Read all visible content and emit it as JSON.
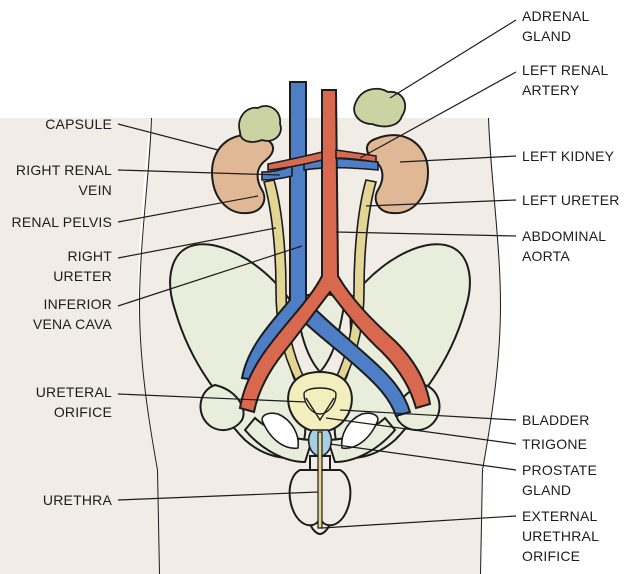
{
  "colors": {
    "skin": "#f2ece6",
    "bone": "#e9eddc",
    "kidney": "#e0b896",
    "adrenal": "#cbd3a3",
    "artery": "#d8694f",
    "vein": "#4e7fc6",
    "ureter": "#e3d594",
    "bladder": "#f3eebd",
    "prostate": "#a6cfe6",
    "outline": "#1c1c1c"
  },
  "labels": {
    "adrenal_gland": [
      "ADRENAL",
      "GLAND"
    ],
    "left_renal_artery": [
      "LEFT RENAL",
      "ARTERY"
    ],
    "capsule": [
      "CAPSULE"
    ],
    "right_renal_vein": [
      "RIGHT RENAL",
      "VEIN"
    ],
    "left_kidney": [
      "LEFT KIDNEY"
    ],
    "left_ureter": [
      "LEFT URETER"
    ],
    "renal_pelvis": [
      "RENAL PELVIS"
    ],
    "abdominal_aorta": [
      "ABDOMINAL",
      "AORTA"
    ],
    "right_ureter": [
      "RIGHT",
      "URETER"
    ],
    "inferior_vena_cava": [
      "INFERIOR",
      "VENA CAVA"
    ],
    "ureteral_orifice": [
      "URETERAL",
      "ORIFICE"
    ],
    "bladder": [
      "BLADDER"
    ],
    "trigone": [
      "TRIGONE"
    ],
    "prostate_gland": [
      "PROSTATE",
      "GLAND"
    ],
    "urethra": [
      "URETHRA"
    ],
    "external_urethral_orifice": [
      "EXTERNAL",
      "URETHRAL",
      "ORIFICE"
    ]
  }
}
